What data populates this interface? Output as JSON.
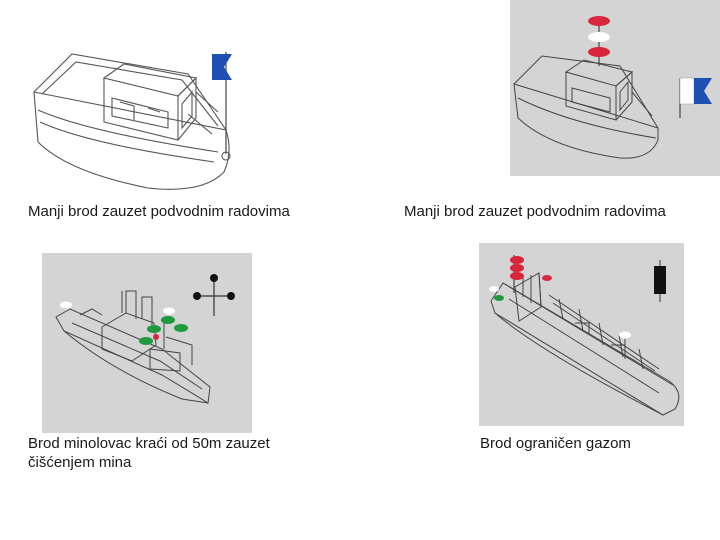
{
  "slides": {
    "captions": {
      "top_left": "Manji brod zauzet podvodnim radovima",
      "top_right": "Manji brod zauzet podvodnim radovima",
      "bottom_left": "Brod minolovac kraći od 50m zauzet čišćenjem mina",
      "bottom_right": "Brod ograničen gazom"
    }
  },
  "colors": {
    "panel_gray": "#d4d4d4",
    "line": "#444444",
    "light_red": "#d8263a",
    "light_green": "#1f9a3e",
    "light_white": "#ffffff",
    "flag_blue": "#1e4fb3",
    "black": "#111111"
  },
  "icons": [
    "diver-flag-icon",
    "red-white-red-lights-icon",
    "ball-triangle-icon",
    "cylinder-shape-icon"
  ]
}
